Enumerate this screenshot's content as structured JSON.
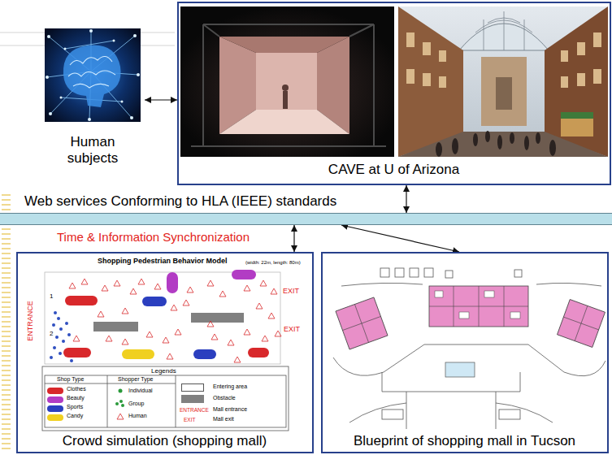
{
  "diagram": {
    "nodes": [
      {
        "text": [
          "Human subjects"
        ]
      },
      {
        "text": [
          "CAVE at U of Arizona"
        ]
      },
      {
        "text": [
          "Web services Conforming to HLA (IEEE) standards",
          "Time & Information Synchronization"
        ]
      },
      {
        "text": [
          "Crowd simulation (shopping mall)"
        ]
      },
      {
        "text": [
          "Blueprint of shopping mall in Tucson"
        ]
      }
    ],
    "edges": [
      {
        "from": 0,
        "to": 1,
        "arrow": "both"
      },
      {
        "from": 2,
        "to": 1,
        "arrow": "both"
      },
      {
        "from": 2,
        "to": 3,
        "arrow": "both"
      },
      {
        "from": 2,
        "to": 4,
        "arrow": "both"
      }
    ],
    "labels": [
      "Shopping Pedestrian Behavior Model",
      "(width: 22m, length: 80m)",
      "ENTRANCE",
      "1",
      "2",
      "EXIT",
      "EXIT",
      "Legends",
      "Shop Type",
      "Shopper Type",
      "ENTRANCE",
      "EXIT"
    ],
    "legend": [
      {
        "text": "Clothes",
        "color": "#d8282b"
      },
      {
        "text": "Beauty",
        "color": "#b23cc4"
      },
      {
        "text": "Sports",
        "color": "#2b3fbf"
      },
      {
        "text": "Candy",
        "color": "#f0d020"
      },
      {
        "text": "Individual"
      },
      {
        "text": "Group"
      },
      {
        "text": "Human"
      },
      {
        "text": "Entering area",
        "color": "#ffffff"
      },
      {
        "text": "Obstacle",
        "color": "#808080"
      },
      {
        "text": "Mall entrance"
      },
      {
        "text": "Mall exit"
      }
    ]
  }
}
